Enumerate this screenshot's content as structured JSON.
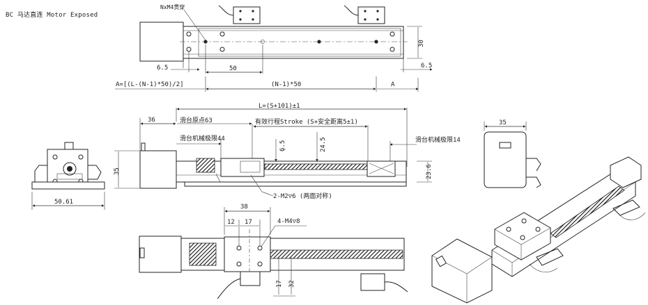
{
  "title": "BC 马达直连 Motor Exposed",
  "labels": {
    "mounting_holes": "NxM4贯穿",
    "dim_6_5_left": "6.5",
    "dim_6_5_right": "6.5",
    "dim_50": "50",
    "dim_30": "30",
    "dim_a_formula": "A=[(L-(N-1)*50)/2]",
    "dim_pitch": "(N-1)*50",
    "dim_a": "A",
    "dim_length": "L=(S+101)±1",
    "dim_36": "36",
    "origin": "滑台原点63",
    "stroke": "有效行程Stroke (S+安全距离5±1)",
    "mech_limit_left": "滑台机械极限44",
    "mech_limit_right": "滑台机械极限14",
    "dim_6_5_side": "6.5",
    "dim_24_5": "24.5",
    "dim_23_6": "23.6",
    "dim_35_side": "35",
    "dim_35_end": "35",
    "thread_m2": "2-M2▽6 (两面对称)",
    "dim_50_61": "50.61",
    "dim_38": "38",
    "dim_12": "12",
    "dim_17_top": "17",
    "thread_m4": "4-M4▽8",
    "dim_17_bottom": "17",
    "dim_32": "32"
  }
}
